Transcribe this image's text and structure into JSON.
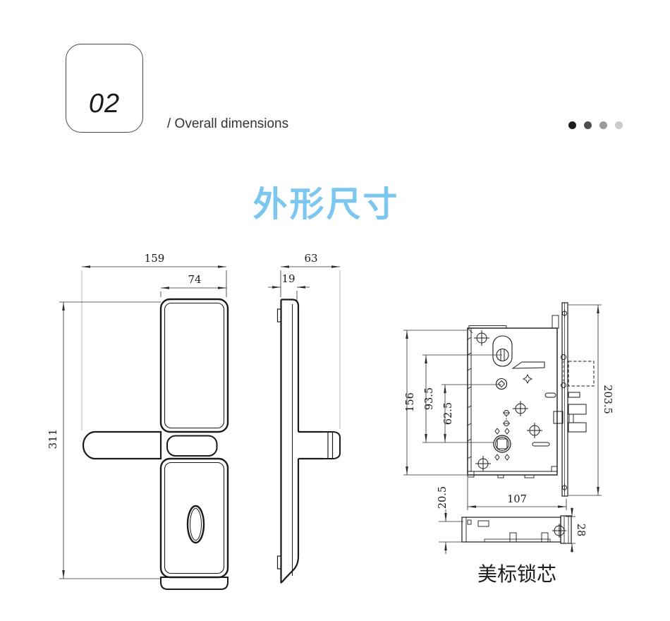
{
  "header": {
    "badge": "02",
    "subtitle": "/ Overall dimensions",
    "dot_colors": [
      "#1c1c1c",
      "#4d4d4d",
      "#9b9b9b",
      "#cacaca"
    ]
  },
  "title": {
    "text": "外形尺寸",
    "color": "#7cc7f0"
  },
  "drawings": {
    "front_view": {
      "dims": {
        "total_width": "159",
        "panel_width": "74",
        "total_height": "311"
      }
    },
    "side_view": {
      "dims": {
        "total_depth": "63",
        "body_depth": "19"
      }
    },
    "lock_body": {
      "dims": {
        "case_height": "156",
        "cylinder_to_hub": "93.5",
        "spindle_to_hub": "62.5",
        "faceplate_height": "203.5",
        "case_width": "107",
        "case_bottom_offset": "20.5",
        "bottom_height": "28"
      },
      "caption": "美标锁芯"
    }
  }
}
